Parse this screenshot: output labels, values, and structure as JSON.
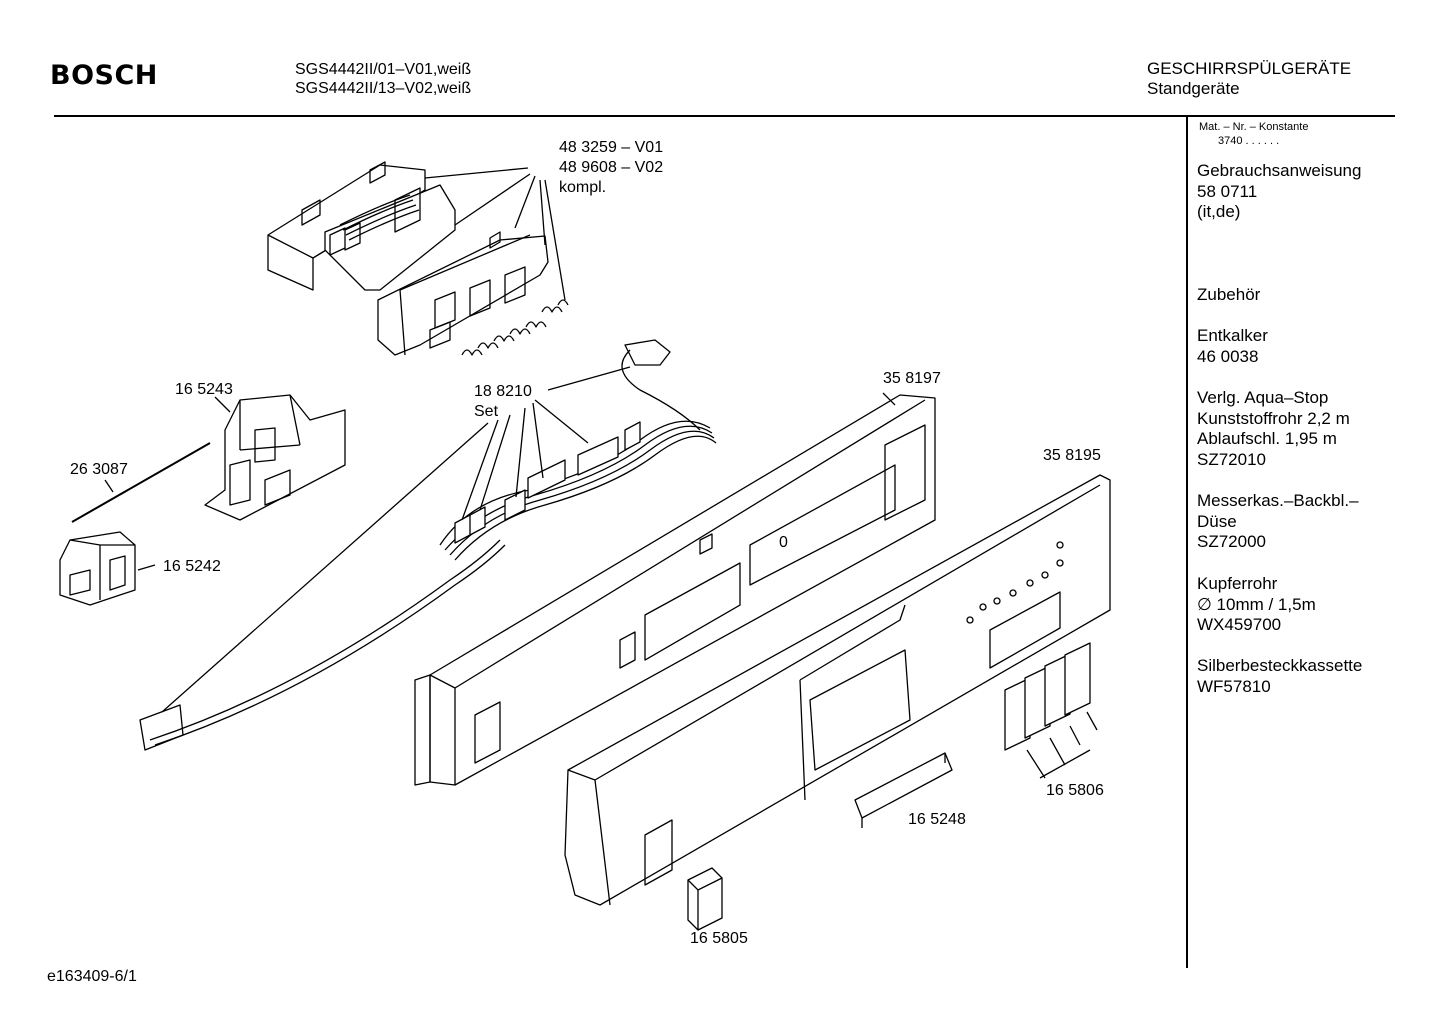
{
  "header": {
    "brand": "BOSCH",
    "models": [
      "SGS4442II/01–V01,weiß",
      "SGS4442II/13–V02,weiß"
    ],
    "category": "GESCHIRRSPÜLGERÄTE",
    "subcategory": "Standgeräte"
  },
  "sidebar": {
    "mat_header": "Mat. – Nr. – Konstante",
    "mat_value": "3740  .  .  .  .  .  .",
    "items": [
      "Gebrauchsanweisung\n58 0711\n(it,de)",
      "Zubehör",
      "Entkalker\n46 0038",
      "Verlg. Aqua–Stop\nKunststoffrohr 2,2 m\nAblaufschl. 1,95 m\nSZ72010",
      "Messerkas.–Backbl.–\nDüse\nSZ72000",
      "Kupferrohr\n∅ 10mm / 1,5m\nWX459700",
      "Silberbesteckkassette\nWF57810"
    ]
  },
  "parts": [
    {
      "id": "483259",
      "label": "48 3259 – V01\n48 9608 – V02\nkompl."
    },
    {
      "id": "165243",
      "label": "16 5243"
    },
    {
      "id": "188210",
      "label": "18 8210\nSet"
    },
    {
      "id": "358197",
      "label": "35 8197"
    },
    {
      "id": "263087",
      "label": "26 3087"
    },
    {
      "id": "358195",
      "label": "35 8195"
    },
    {
      "id": "165242",
      "label": "16 5242"
    },
    {
      "id": "165806",
      "label": "16 5806"
    },
    {
      "id": "165248",
      "label": "16 5248"
    },
    {
      "id": "165805",
      "label": "16 5805"
    }
  ],
  "panel_marking": "0",
  "footer": {
    "doc_id": "e163409-6/1"
  }
}
